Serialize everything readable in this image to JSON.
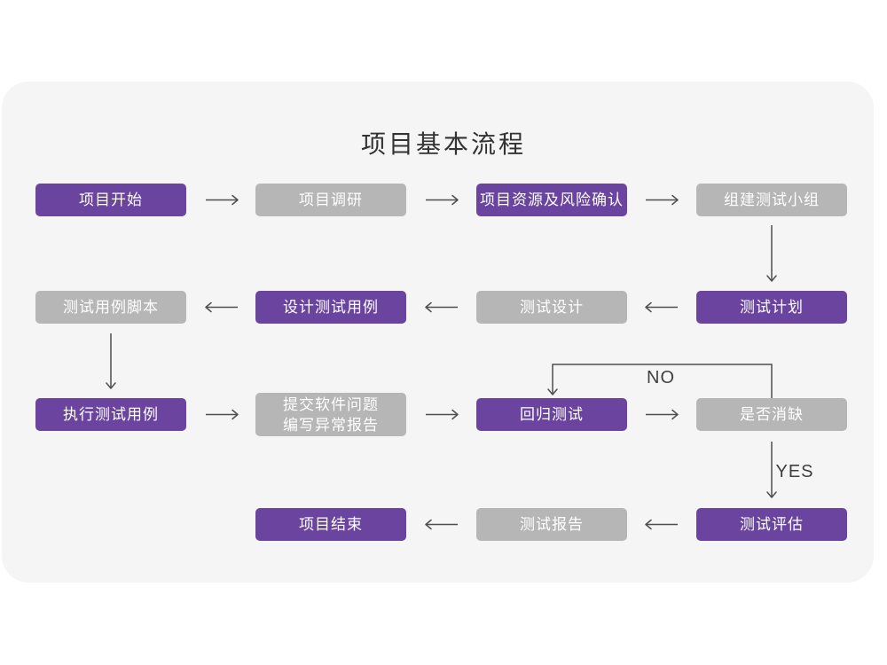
{
  "title": "项目基本流程",
  "labels": {
    "no": "NO",
    "yes": "YES"
  },
  "colors": {
    "page_bg": "#ffffff",
    "card_bg": "#f5f5f5",
    "node_purple": "#6a449e",
    "node_gray": "#b6b6b6",
    "node_text": "#ffffff",
    "arrow": "#4f4f4f",
    "title_text": "#333333",
    "edge_label_text": "#3f3f3f"
  },
  "nodes": [
    {
      "id": "project-start",
      "label": "项目开始",
      "variant": "purple"
    },
    {
      "id": "project-research",
      "label": "项目调研",
      "variant": "gray"
    },
    {
      "id": "resource-risk-confirm",
      "label": "项目资源及风险确认",
      "variant": "purple"
    },
    {
      "id": "build-test-team",
      "label": "组建测试小组",
      "variant": "gray"
    },
    {
      "id": "test-case-script",
      "label": "测试用例脚本",
      "variant": "gray"
    },
    {
      "id": "design-test-case",
      "label": "设计测试用例",
      "variant": "purple"
    },
    {
      "id": "test-design",
      "label": "测试设计",
      "variant": "gray"
    },
    {
      "id": "test-plan",
      "label": "测试计划",
      "variant": "purple"
    },
    {
      "id": "execute-test-case",
      "label": "执行测试用例",
      "variant": "purple"
    },
    {
      "id": "submit-issue-report",
      "label": "提交软件问题\n编写异常报告",
      "variant": "gray"
    },
    {
      "id": "regression-test",
      "label": "回归测试",
      "variant": "purple"
    },
    {
      "id": "defect-resolved",
      "label": "是否消缺",
      "variant": "gray"
    },
    {
      "id": "project-end",
      "label": "项目结束",
      "variant": "purple"
    },
    {
      "id": "test-report",
      "label": "测试报告",
      "variant": "gray"
    },
    {
      "id": "test-evaluation",
      "label": "测试评估",
      "variant": "purple"
    }
  ],
  "edges": [
    {
      "from": "project-start",
      "to": "project-research",
      "label": ""
    },
    {
      "from": "project-research",
      "to": "resource-risk-confirm",
      "label": ""
    },
    {
      "from": "resource-risk-confirm",
      "to": "build-test-team",
      "label": ""
    },
    {
      "from": "build-test-team",
      "to": "test-plan",
      "label": ""
    },
    {
      "from": "test-plan",
      "to": "test-design",
      "label": ""
    },
    {
      "from": "test-design",
      "to": "design-test-case",
      "label": ""
    },
    {
      "from": "design-test-case",
      "to": "test-case-script",
      "label": ""
    },
    {
      "from": "test-case-script",
      "to": "execute-test-case",
      "label": ""
    },
    {
      "from": "execute-test-case",
      "to": "submit-issue-report",
      "label": ""
    },
    {
      "from": "submit-issue-report",
      "to": "regression-test",
      "label": ""
    },
    {
      "from": "regression-test",
      "to": "defect-resolved",
      "label": ""
    },
    {
      "from": "defect-resolved",
      "to": "regression-test",
      "label": "NO"
    },
    {
      "from": "defect-resolved",
      "to": "test-evaluation",
      "label": "YES"
    },
    {
      "from": "test-evaluation",
      "to": "test-report",
      "label": ""
    },
    {
      "from": "test-report",
      "to": "project-end",
      "label": ""
    }
  ]
}
